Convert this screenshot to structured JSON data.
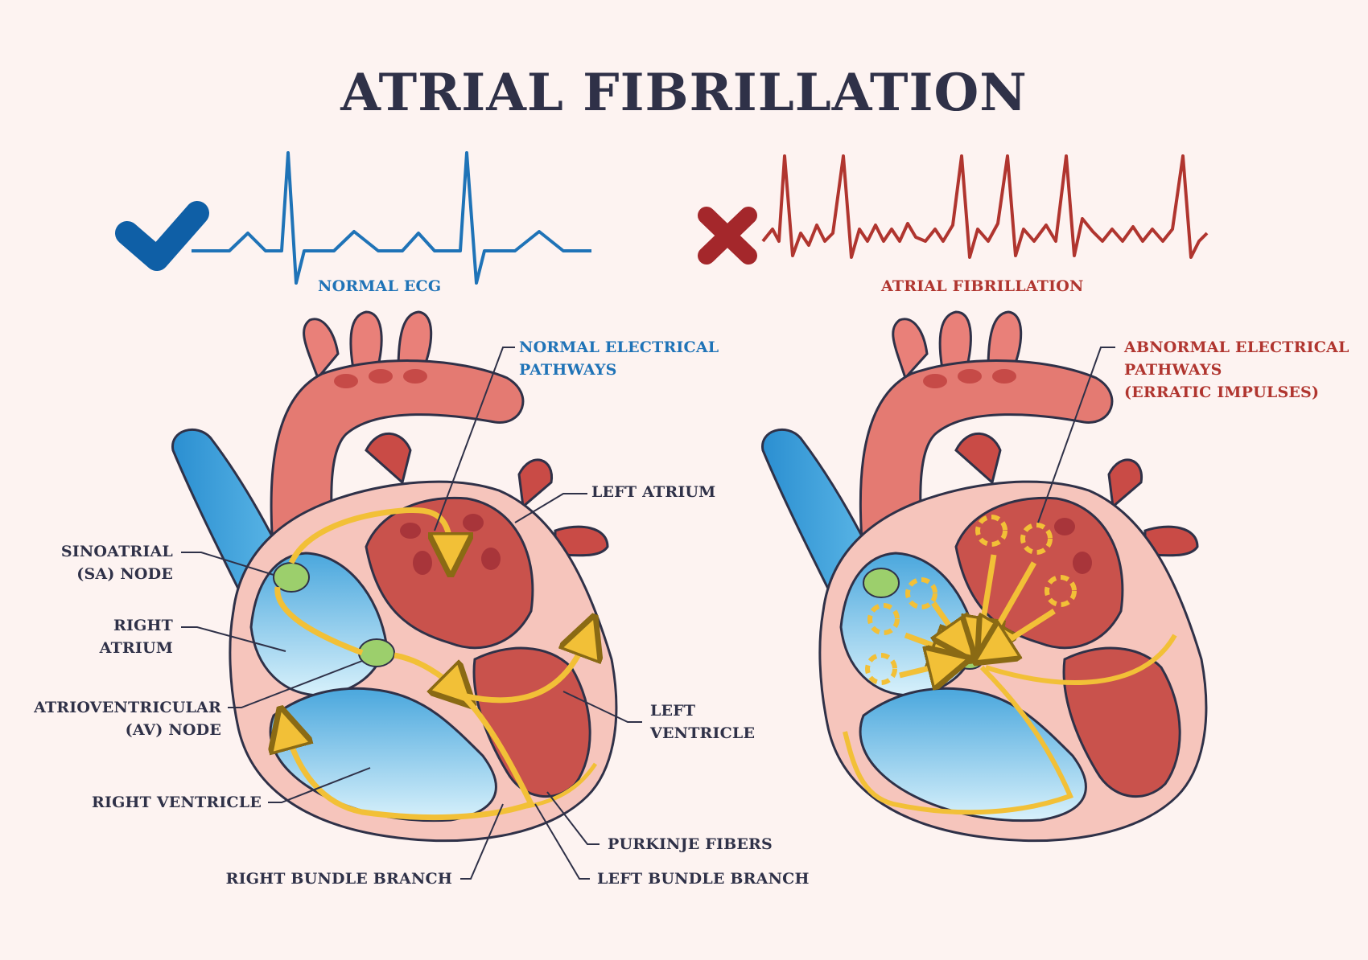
{
  "title": "ATRIAL FIBRILLATION",
  "ecg": {
    "normal_label": "NORMAL ECG",
    "af_label": "ATRIAL FIBRILLATION"
  },
  "labels": {
    "normal_pathways": "NORMAL ELECTRICAL\nPATHWAYS",
    "abnormal_pathways": "ABNORMAL ELECTRICAL\nPATHWAYS\n(ERRATIC IMPULSES)",
    "left_atrium": "LEFT ATRIUM",
    "sa_node": "SINOATRIAL\n(SA) NODE",
    "right_atrium": "RIGHT\nATRIUM",
    "av_node": "ATRIOVENTRICULAR\n(AV) NODE",
    "left_ventricle": "LEFT\nVENTRICLE",
    "right_ventricle": "RIGHT VENTRICLE",
    "purkinje_fibers": "PURKINJE FIBERS",
    "right_bundle_branch": "RIGHT BUNDLE BRANCH",
    "left_bundle_branch": "LEFT BUNDLE BRANCH"
  },
  "colors": {
    "normal": "#1f73b7",
    "abnormal": "#b0352f",
    "text": "#2f3148",
    "background": "#fdf3f1"
  }
}
